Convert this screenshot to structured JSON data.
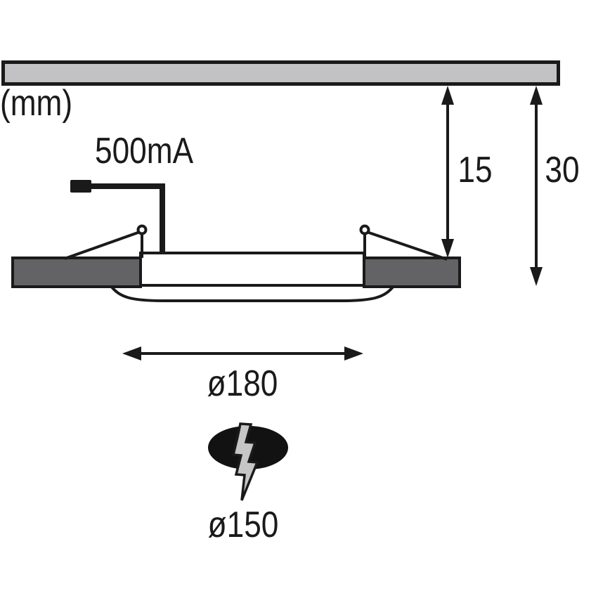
{
  "labels": {
    "unit": "(mm)",
    "current": "500mA",
    "recess_height": "15",
    "installation_depth": "30",
    "outer_diameter": "ø180",
    "cutout_diameter": "ø150"
  },
  "icons": {
    "cutout_symbol": "lightning-bolt-icon"
  },
  "colors": {
    "background": "#ffffff",
    "line": "#1a1a1a",
    "ceiling_fill": "#c2c2c5",
    "flange_fill": "#636366",
    "body_fill": "#ffffff",
    "hole_fill": "#121212",
    "bolt_fill": "#c6c6c6"
  }
}
